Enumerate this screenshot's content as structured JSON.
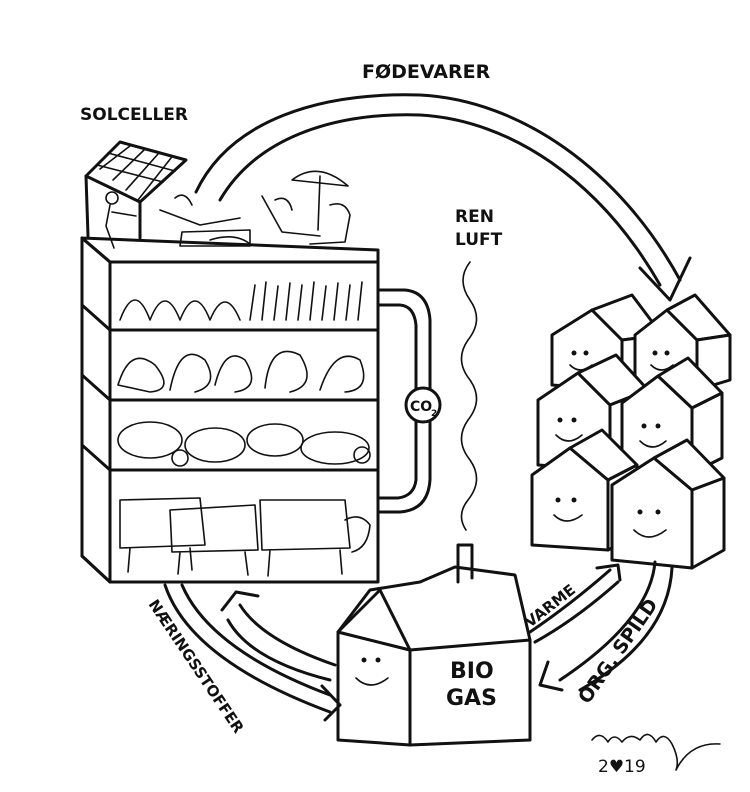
{
  "title": "Biogas circular farm diagram",
  "labels": {
    "solar": "SOLCELLER",
    "food": "FØDEVARER",
    "clean_air_1": "REN",
    "clean_air_2": "LUFT",
    "co2_main": "CO",
    "co2_sub": "2",
    "biogas_1": "BIO",
    "biogas_2": "GAS",
    "heat": "VARME",
    "organic_waste": "ORG. SPILD",
    "nutrients": "NÆRINGSSTOFFER",
    "signature": "~signature~",
    "year": "2♥19"
  },
  "farm_levels": [
    {
      "name": "crops"
    },
    {
      "name": "poultry"
    },
    {
      "name": "pigs"
    },
    {
      "name": "cattle"
    }
  ],
  "houses_count": 6
}
